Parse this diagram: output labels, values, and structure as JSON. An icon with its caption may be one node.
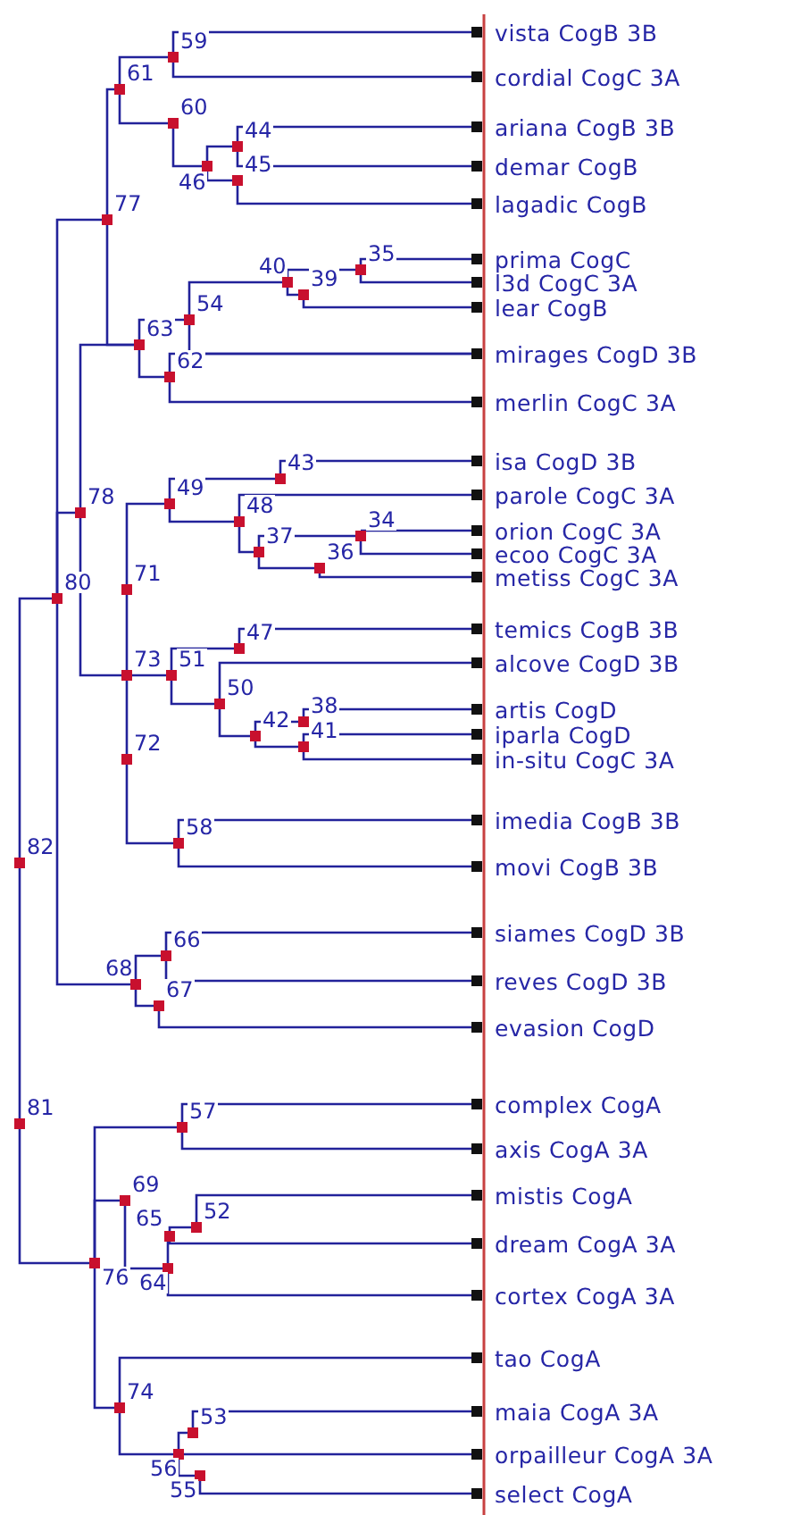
{
  "diagram": {
    "nodes": [
      {
        "text": [
          "vista CogB 3B"
        ]
      },
      {
        "text": [],
        "shape": "box",
        "beside": [
          "59"
        ]
      },
      {
        "text": [
          "cordial CogC 3A"
        ]
      },
      {
        "text": [],
        "shape": "box",
        "beside": [
          "61"
        ]
      },
      {
        "text": [],
        "shape": "box",
        "beside": [
          "60"
        ]
      },
      {
        "text": [
          "ariana CogB 3B"
        ]
      },
      {
        "text": [],
        "shape": "box",
        "beside": [
          "44"
        ]
      },
      {
        "text": [],
        "shape": "box",
        "beside": [
          "46"
        ]
      },
      {
        "text": [
          "demar CogB"
        ]
      },
      {
        "text": [],
        "shape": "box",
        "beside": [
          "45"
        ]
      },
      {
        "text": [
          "lagadic CogB"
        ]
      },
      {
        "text": [],
        "shape": "box",
        "beside": [
          "77"
        ]
      },
      {
        "text": [
          "prima CogC"
        ]
      },
      {
        "text": [],
        "shape": "box",
        "beside": [
          "35"
        ]
      },
      {
        "text": [
          "l3d CogC 3A"
        ]
      },
      {
        "text": [],
        "shape": "box",
        "beside": [
          "40"
        ]
      },
      {
        "text": [],
        "shape": "box",
        "beside": [
          "39"
        ]
      },
      {
        "text": [
          "lear CogB"
        ]
      },
      {
        "text": [],
        "shape": "box",
        "beside": [
          "54"
        ]
      },
      {
        "text": [],
        "shape": "box",
        "beside": [
          "63"
        ]
      },
      {
        "text": [
          "mirages CogD 3B"
        ]
      },
      {
        "text": [],
        "shape": "box",
        "beside": [
          "62"
        ]
      },
      {
        "text": [
          "merlin CogC 3A"
        ]
      },
      {
        "text": [
          "isa CogD 3B"
        ]
      },
      {
        "text": [],
        "shape": "box",
        "beside": [
          "43"
        ]
      },
      {
        "text": [
          "parole CogC 3A"
        ]
      },
      {
        "text": [],
        "shape": "box",
        "beside": [
          "49"
        ]
      },
      {
        "text": [],
        "shape": "box",
        "beside": [
          "78"
        ]
      },
      {
        "text": [],
        "shape": "box",
        "beside": [
          "48"
        ]
      },
      {
        "text": [
          "orion CogC 3A"
        ]
      },
      {
        "text": [],
        "shape": "box",
        "beside": [
          "34"
        ]
      },
      {
        "text": [],
        "shape": "box",
        "beside": [
          "37"
        ]
      },
      {
        "text": [
          "ecoo CogC 3A"
        ]
      },
      {
        "text": [],
        "shape": "box",
        "beside": [
          "36"
        ]
      },
      {
        "text": [
          "metiss CogC 3A"
        ]
      },
      {
        "text": [],
        "shape": "box",
        "beside": [
          "71"
        ]
      },
      {
        "text": [],
        "shape": "box",
        "beside": [
          "80"
        ]
      },
      {
        "text": [
          "temics CogB 3B"
        ]
      },
      {
        "text": [],
        "shape": "box",
        "beside": [
          "47"
        ]
      },
      {
        "text": [
          "alcove CogD 3B"
        ]
      },
      {
        "text": [],
        "shape": "box",
        "beside": [
          "73"
        ]
      },
      {
        "text": [],
        "shape": "box",
        "beside": [
          "51"
        ]
      },
      {
        "text": [],
        "shape": "box",
        "beside": [
          "50"
        ]
      },
      {
        "text": [
          "artis CogD"
        ]
      },
      {
        "text": [],
        "shape": "box",
        "beside": [
          "38"
        ]
      },
      {
        "text": [
          "iparla CogD"
        ]
      },
      {
        "text": [],
        "shape": "box",
        "beside": [
          "42"
        ]
      },
      {
        "text": [],
        "shape": "box",
        "beside": [
          "41"
        ]
      },
      {
        "text": [],
        "shape": "box",
        "beside": [
          "72"
        ]
      },
      {
        "text": [
          "in-situ CogC 3A"
        ]
      },
      {
        "text": [
          "imedia CogB 3B"
        ]
      },
      {
        "text": [],
        "shape": "box",
        "beside": [
          "58"
        ]
      },
      {
        "text": [],
        "shape": "box",
        "beside": [
          "82"
        ]
      },
      {
        "text": [
          "movi CogB 3B"
        ]
      },
      {
        "text": [
          "siames CogD 3B"
        ]
      },
      {
        "text": [],
        "shape": "box",
        "beside": [
          "66"
        ]
      },
      {
        "text": [
          "reves CogD 3B"
        ]
      },
      {
        "text": [],
        "shape": "box",
        "beside": [
          "68"
        ]
      },
      {
        "text": [],
        "shape": "box",
        "beside": [
          "67"
        ]
      },
      {
        "text": [
          "evasion CogD"
        ]
      },
      {
        "text": [
          "complex CogA"
        ]
      },
      {
        "text": [],
        "shape": "box",
        "beside": [
          "81"
        ]
      },
      {
        "text": [],
        "shape": "box",
        "beside": [
          "57"
        ]
      },
      {
        "text": [
          "axis CogA 3A"
        ]
      },
      {
        "text": [
          "mistis CogA"
        ]
      },
      {
        "text": [],
        "shape": "box",
        "beside": [
          "69"
        ]
      },
      {
        "text": [],
        "shape": "box",
        "beside": [
          "52"
        ]
      },
      {
        "text": [],
        "shape": "box",
        "beside": [
          "65"
        ]
      },
      {
        "text": [
          "dream CogA 3A"
        ]
      },
      {
        "text": [],
        "shape": "box",
        "beside": [
          "64"
        ]
      },
      {
        "text": [],
        "shape": "box",
        "beside": [
          "76"
        ]
      },
      {
        "text": [
          "cortex CogA 3A"
        ]
      },
      {
        "text": [
          "tao CogA"
        ]
      },
      {
        "text": [],
        "shape": "box",
        "beside": [
          "74"
        ]
      },
      {
        "text": [
          "maia CogA 3A"
        ]
      },
      {
        "text": [],
        "shape": "box",
        "beside": [
          "53"
        ]
      },
      {
        "text": [
          "orpailleur CogA 3A"
        ]
      },
      {
        "text": [],
        "shape": "box",
        "beside": [
          "56"
        ]
      },
      {
        "text": [],
        "shape": "box",
        "beside": [
          "55"
        ]
      },
      {
        "text": [
          "select CogA"
        ]
      }
    ],
    "edges": [
      {
        "from": 1,
        "to": 0,
        "arrow": "none"
      },
      {
        "from": 1,
        "to": 2,
        "arrow": "none"
      },
      {
        "from": 3,
        "to": 1,
        "arrow": "none"
      },
      {
        "from": 3,
        "to": 4,
        "arrow": "none"
      },
      {
        "from": 4,
        "to": 7,
        "arrow": "none"
      },
      {
        "from": 7,
        "to": 6,
        "arrow": "none"
      },
      {
        "from": 7,
        "to": 9,
        "arrow": "none"
      },
      {
        "from": 6,
        "to": 5,
        "arrow": "none"
      },
      {
        "from": 6,
        "to": 8,
        "arrow": "none"
      },
      {
        "from": 9,
        "to": 10,
        "arrow": "none"
      },
      {
        "from": 11,
        "to": 3,
        "arrow": "none"
      },
      {
        "from": 11,
        "to": 19,
        "arrow": "none"
      },
      {
        "from": 36,
        "to": 11,
        "arrow": "none"
      },
      {
        "from": 13,
        "to": 12,
        "arrow": "none"
      },
      {
        "from": 13,
        "to": 14,
        "arrow": "none"
      },
      {
        "from": 15,
        "to": 13,
        "arrow": "none"
      },
      {
        "from": 15,
        "to": 16,
        "arrow": "none"
      },
      {
        "from": 16,
        "to": 17,
        "arrow": "none"
      },
      {
        "from": 18,
        "to": 15,
        "arrow": "none"
      },
      {
        "from": 18,
        "to": 20,
        "arrow": "none"
      },
      {
        "from": 19,
        "to": 18,
        "arrow": "none"
      },
      {
        "from": 19,
        "to": 21,
        "arrow": "none"
      },
      {
        "from": 21,
        "to": 20,
        "arrow": "none"
      },
      {
        "from": 21,
        "to": 22,
        "arrow": "none"
      },
      {
        "from": 27,
        "to": 19,
        "arrow": "none"
      },
      {
        "from": 24,
        "to": 23,
        "arrow": "none"
      },
      {
        "from": 26,
        "to": 24,
        "arrow": "none"
      },
      {
        "from": 26,
        "to": 28,
        "arrow": "none"
      },
      {
        "from": 28,
        "to": 25,
        "arrow": "none"
      },
      {
        "from": 28,
        "to": 31,
        "arrow": "none"
      },
      {
        "from": 30,
        "to": 29,
        "arrow": "none"
      },
      {
        "from": 30,
        "to": 32,
        "arrow": "none"
      },
      {
        "from": 31,
        "to": 30,
        "arrow": "none"
      },
      {
        "from": 31,
        "to": 33,
        "arrow": "none"
      },
      {
        "from": 33,
        "to": 34,
        "arrow": "none"
      },
      {
        "from": 35,
        "to": 26,
        "arrow": "none"
      },
      {
        "from": 40,
        "to": 35,
        "arrow": "none"
      },
      {
        "from": 40,
        "to": 41,
        "arrow": "none"
      },
      {
        "from": 40,
        "to": 48,
        "arrow": "none"
      },
      {
        "from": 27,
        "to": 40,
        "arrow": "none"
      },
      {
        "from": 36,
        "to": 27,
        "arrow": "none"
      },
      {
        "from": 41,
        "to": 38,
        "arrow": "none"
      },
      {
        "from": 41,
        "to": 42,
        "arrow": "none"
      },
      {
        "from": 38,
        "to": 37,
        "arrow": "none"
      },
      {
        "from": 42,
        "to": 39,
        "arrow": "none"
      },
      {
        "from": 42,
        "to": 46,
        "arrow": "none"
      },
      {
        "from": 46,
        "to": 44,
        "arrow": "none"
      },
      {
        "from": 46,
        "to": 47,
        "arrow": "none"
      },
      {
        "from": 44,
        "to": 43,
        "arrow": "none"
      },
      {
        "from": 47,
        "to": 45,
        "arrow": "none"
      },
      {
        "from": 47,
        "to": 49,
        "arrow": "none"
      },
      {
        "from": 48,
        "to": 51,
        "arrow": "none"
      },
      {
        "from": 51,
        "to": 50,
        "arrow": "none"
      },
      {
        "from": 51,
        "to": 53,
        "arrow": "none"
      },
      {
        "from": 52,
        "to": 36,
        "arrow": "none"
      },
      {
        "from": 52,
        "to": 61,
        "arrow": "none"
      },
      {
        "from": 36,
        "to": 57,
        "arrow": "none"
      },
      {
        "from": 57,
        "to": 55,
        "arrow": "none"
      },
      {
        "from": 57,
        "to": 58,
        "arrow": "none"
      },
      {
        "from": 55,
        "to": 54,
        "arrow": "none"
      },
      {
        "from": 55,
        "to": 56,
        "arrow": "none"
      },
      {
        "from": 58,
        "to": 59,
        "arrow": "none"
      },
      {
        "from": 61,
        "to": 70,
        "arrow": "none"
      },
      {
        "from": 70,
        "to": 62,
        "arrow": "none"
      },
      {
        "from": 70,
        "to": 65,
        "arrow": "none"
      },
      {
        "from": 70,
        "to": 73,
        "arrow": "none"
      },
      {
        "from": 62,
        "to": 60,
        "arrow": "none"
      },
      {
        "from": 62,
        "to": 63,
        "arrow": "none"
      },
      {
        "from": 65,
        "to": 69,
        "arrow": "none"
      },
      {
        "from": 69,
        "to": 67,
        "arrow": "none"
      },
      {
        "from": 69,
        "to": 71,
        "arrow": "none"
      },
      {
        "from": 67,
        "to": 66,
        "arrow": "none"
      },
      {
        "from": 67,
        "to": 68,
        "arrow": "none"
      },
      {
        "from": 66,
        "to": 64,
        "arrow": "none"
      },
      {
        "from": 73,
        "to": 72,
        "arrow": "none"
      },
      {
        "from": 73,
        "to": 77,
        "arrow": "none"
      },
      {
        "from": 77,
        "to": 75,
        "arrow": "none"
      },
      {
        "from": 77,
        "to": 78,
        "arrow": "none"
      },
      {
        "from": 77,
        "to": 76,
        "arrow": "none"
      },
      {
        "from": 75,
        "to": 74,
        "arrow": "none"
      },
      {
        "from": 78,
        "to": 79,
        "arrow": "none"
      }
    ]
  }
}
